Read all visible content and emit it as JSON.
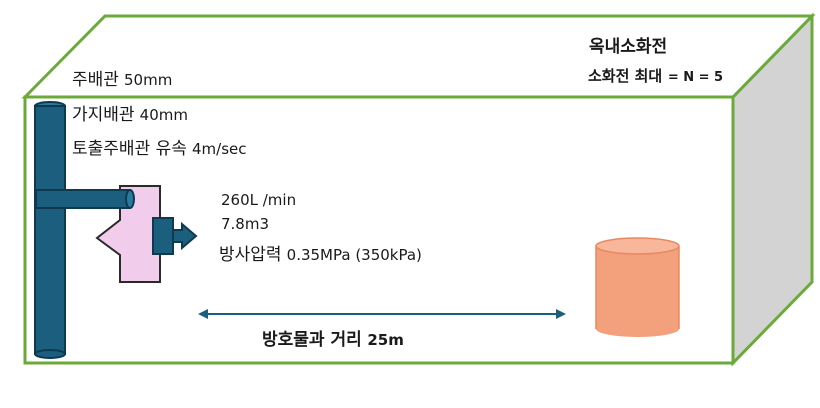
{
  "title": "옥내소화전",
  "hydrant_max": {
    "label": "소화전 최대",
    "formula": "= N = 5"
  },
  "main_pipe": {
    "label": "주배관",
    "value": "50mm"
  },
  "branch_pipe": {
    "label": "가지배관",
    "value": "40mm"
  },
  "discharge_velocity": {
    "label": "토출주배관 유속",
    "value": "4m/sec"
  },
  "flow_rate": "260L /min",
  "volume": "7.8m3",
  "pressure": {
    "label": "방사압력",
    "value": "0.35MPa (350kPa)"
  },
  "distance": {
    "label": "방호물과 거리",
    "value": "25m"
  },
  "colors": {
    "room_edge": "#6aaa3a",
    "side_wall": "#d3d3d3",
    "pipe": "#1b5e7e",
    "pipe_edge": "#0e3a50",
    "hydrant_box": "#f2cdeb",
    "target": "#f3a07c",
    "arrow": "#1b5e7e"
  }
}
